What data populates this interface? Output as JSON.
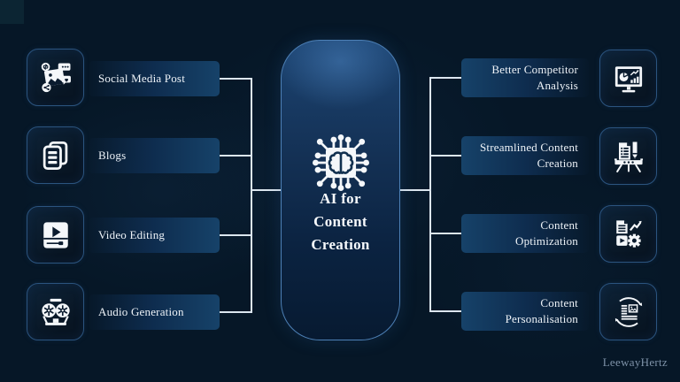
{
  "diagram": {
    "center": {
      "title": "AI for\nContent\nCreation",
      "icon": "ai-chip-brain-icon"
    },
    "left_items": [
      {
        "label": "Social Media Post",
        "icon": "social-media-post-icon"
      },
      {
        "label": "Blogs",
        "icon": "blogs-icon"
      },
      {
        "label": "Video Editing",
        "icon": "video-editing-icon"
      },
      {
        "label": "Audio Generation",
        "icon": "audio-generation-icon"
      }
    ],
    "right_items": [
      {
        "label": "Better Competitor\nAnalysis",
        "icon": "competitor-analysis-monitor-icon"
      },
      {
        "label": "Streamlined Content\nCreation",
        "icon": "content-creation-easel-icon"
      },
      {
        "label": "Content\nOptimization",
        "icon": "content-optimization-gear-icon"
      },
      {
        "label": "Content\nPersonalisation",
        "icon": "content-personalisation-sync-icon"
      }
    ],
    "watermark": "LeewayHertz"
  },
  "colors": {
    "background": "#061727",
    "pill_bright": "#164269",
    "pill_dark": "#0e2c4e",
    "connector_line": "#dce6ef",
    "card_border": "#4d80b6",
    "card_top": "#1c4472",
    "card_bottom": "#071a31",
    "icon_box_border": "#2b547f",
    "icon_ink": "#0a1b2e",
    "text": "#eef3f8",
    "watermark_text": "#7f93a9"
  }
}
